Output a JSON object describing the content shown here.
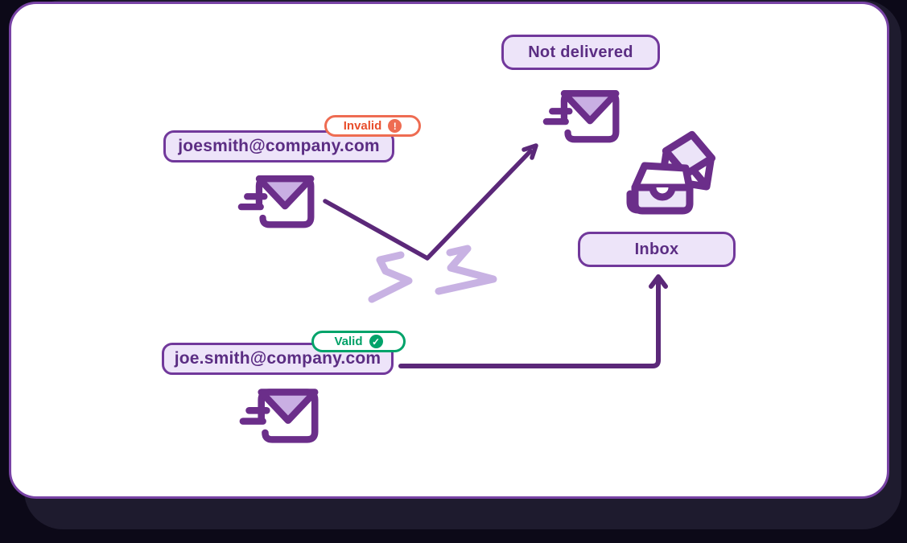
{
  "labels": {
    "not_delivered": "Not delivered",
    "inbox": "Inbox"
  },
  "emails": {
    "invalid": {
      "address": "joesmith@company.com",
      "badge": "Invalid",
      "badge_icon": "!"
    },
    "valid": {
      "address": "joe.smith@company.com",
      "badge": "Valid",
      "badge_icon": "✓"
    }
  },
  "icons": {
    "send_email_invalid": "speeding-envelope-icon",
    "send_email_valid": "speeding-envelope-icon",
    "send_email_bounced": "speeding-envelope-icon",
    "inbox": "inbox-tray-with-envelope-icon",
    "invalid_badge_icon": "alert-circle-icon",
    "valid_badge_icon": "check-circle-icon"
  },
  "colors": {
    "background": "#0c0918",
    "backdrop_panel": "#1e1b2e",
    "card": "#ffffff",
    "card_border": "#7843a5",
    "label_fill": "#ede4f9",
    "label_border": "#71389b",
    "label_text": "#5b2d83",
    "envelope_stroke": "#6b2e8a",
    "envelope_flap": "#c9afe3",
    "path_line": "#5b2879",
    "crash_zigzag": "#c8b2e3",
    "invalid_accent": "#ee6c52",
    "invalid_text": "#e84e2c",
    "valid_accent": "#00a36a",
    "valid_text": "#00a167"
  }
}
